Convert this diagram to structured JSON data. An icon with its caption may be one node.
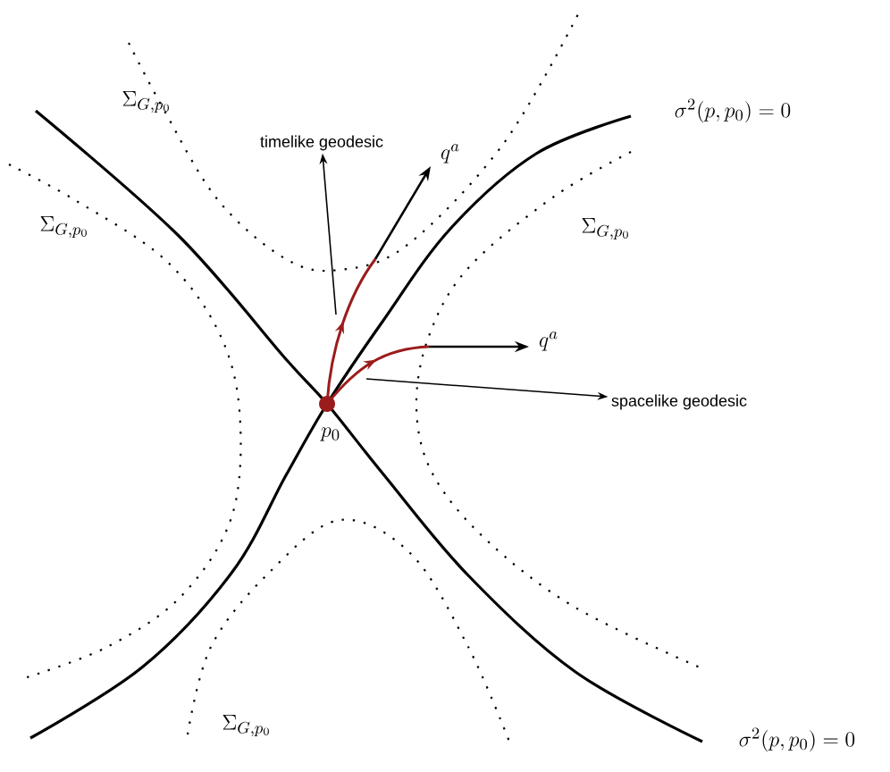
{
  "diagram": {
    "nodes": [
      {
        "text": [
          "timelike geodesic"
        ]
      },
      {
        "text": [
          "spacelike geodesic"
        ]
      }
    ],
    "edges": [
      {
        "from": null,
        "to": 0,
        "arrow": "to"
      },
      {
        "from": null,
        "to": 1,
        "arrow": "to"
      }
    ],
    "labels": [
      "\\Sigma_{G,p_0}",
      "\\sigma^2(p,p_0)=0",
      "q^a",
      "\\Sigma_{G,p_0}",
      "\\Sigma_{G,p_0}",
      "q^a",
      "p_0",
      "\\Sigma_{G,p_0}",
      "\\sigma^2(p,p_0)=0"
    ]
  }
}
